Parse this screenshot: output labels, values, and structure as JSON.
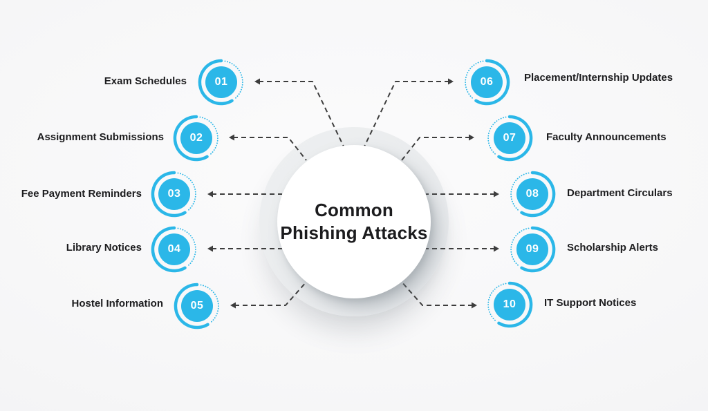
{
  "diagram": {
    "center_title_line1": "Common",
    "center_title_line2": "Phishing Attacks",
    "items": [
      {
        "number": "01",
        "label": "Exam Schedules",
        "side": "left"
      },
      {
        "number": "02",
        "label": "Assignment Submissions",
        "side": "left"
      },
      {
        "number": "03",
        "label": "Fee Payment Reminders",
        "side": "left"
      },
      {
        "number": "04",
        "label": "Library Notices",
        "side": "left"
      },
      {
        "number": "05",
        "label": "Hostel Information",
        "side": "left"
      },
      {
        "number": "06",
        "label": "Placement/Internship Updates",
        "side": "right"
      },
      {
        "number": "07",
        "label": "Faculty Announcements",
        "side": "right"
      },
      {
        "number": "08",
        "label": "Department Circulars",
        "side": "right"
      },
      {
        "number": "09",
        "label": "Scholarship Alerts",
        "side": "right"
      },
      {
        "number": "10",
        "label": "IT Support Notices",
        "side": "right"
      }
    ]
  },
  "colors": {
    "accent": "#2bb7e8",
    "connector": "#3d3d3d",
    "ring_gray": "#e9ebed",
    "text_dark": "#1c1c1e"
  }
}
